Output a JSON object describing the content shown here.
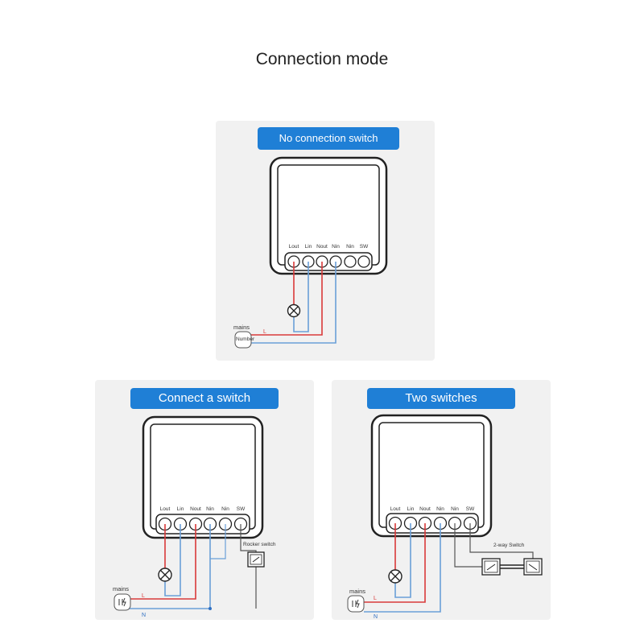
{
  "title": "Connection mode",
  "colors": {
    "header_bg": "#1f7fd6",
    "live_wire": "#d93a3a",
    "neutral_wire": "#6a9fd8",
    "panel_bg": "#f1f1f1"
  },
  "terminals": [
    "Lout",
    "Lin",
    "Nout",
    "Nin",
    "Nin",
    "SW"
  ],
  "panels": [
    {
      "header": "No connection switch",
      "mains_label": "mains",
      "plug_text": "Number",
      "live_label": "L"
    },
    {
      "header": "Connect a switch",
      "mains_label": "mains",
      "live_label": "L",
      "neutral_label": "N",
      "switch_label": "Rocker switch"
    },
    {
      "header": "Two switches",
      "mains_label": "mains",
      "live_label": "L",
      "neutral_label": "N",
      "switch_label": "2-way Switch"
    }
  ]
}
